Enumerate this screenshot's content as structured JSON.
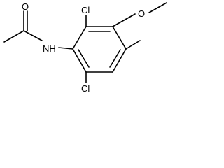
{
  "labels": {
    "oxygen_carbonyl": "O",
    "nh": "NH",
    "cl_top": "Cl",
    "cl_bottom": "Cl",
    "oxygen_methoxy": "O"
  },
  "colors": {
    "ink": "#000000",
    "background": "#ffffff"
  }
}
